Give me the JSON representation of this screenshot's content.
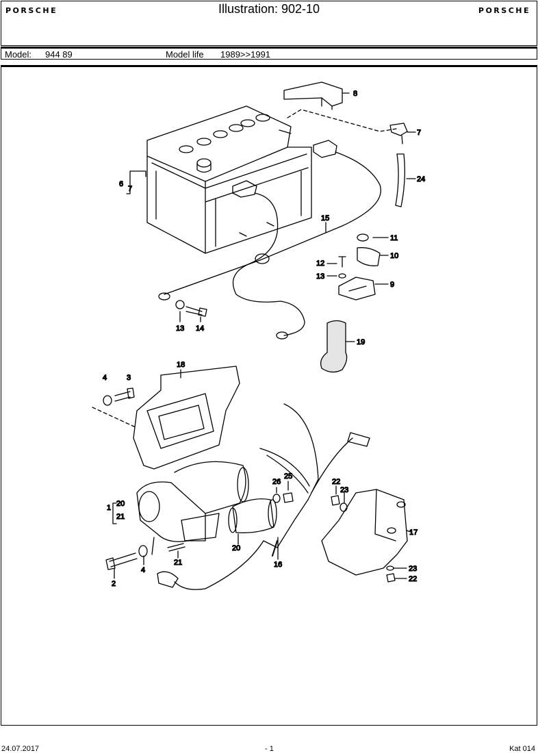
{
  "header": {
    "brand_left": "PORSCHE",
    "title": "Illustration: 902-10",
    "brand_right": "PORSCHE"
  },
  "model_row": {
    "model_label": "Model:",
    "model_value": "944 89",
    "life_label": "Model life",
    "life_value": "1989>>1991"
  },
  "callouts": [
    "8",
    "7",
    "24",
    "6",
    "7",
    "15",
    "11",
    "10",
    "12",
    "13",
    "9",
    "13",
    "14",
    "19",
    "18",
    "4",
    "3",
    "20",
    "1",
    "21",
    "26",
    "25",
    "22",
    "23",
    "17",
    "20",
    "4",
    "21",
    "2",
    "16",
    "23",
    "22"
  ],
  "footer": {
    "date": "24.07.2017",
    "page": "- 1",
    "catalog": "Kat 014"
  }
}
